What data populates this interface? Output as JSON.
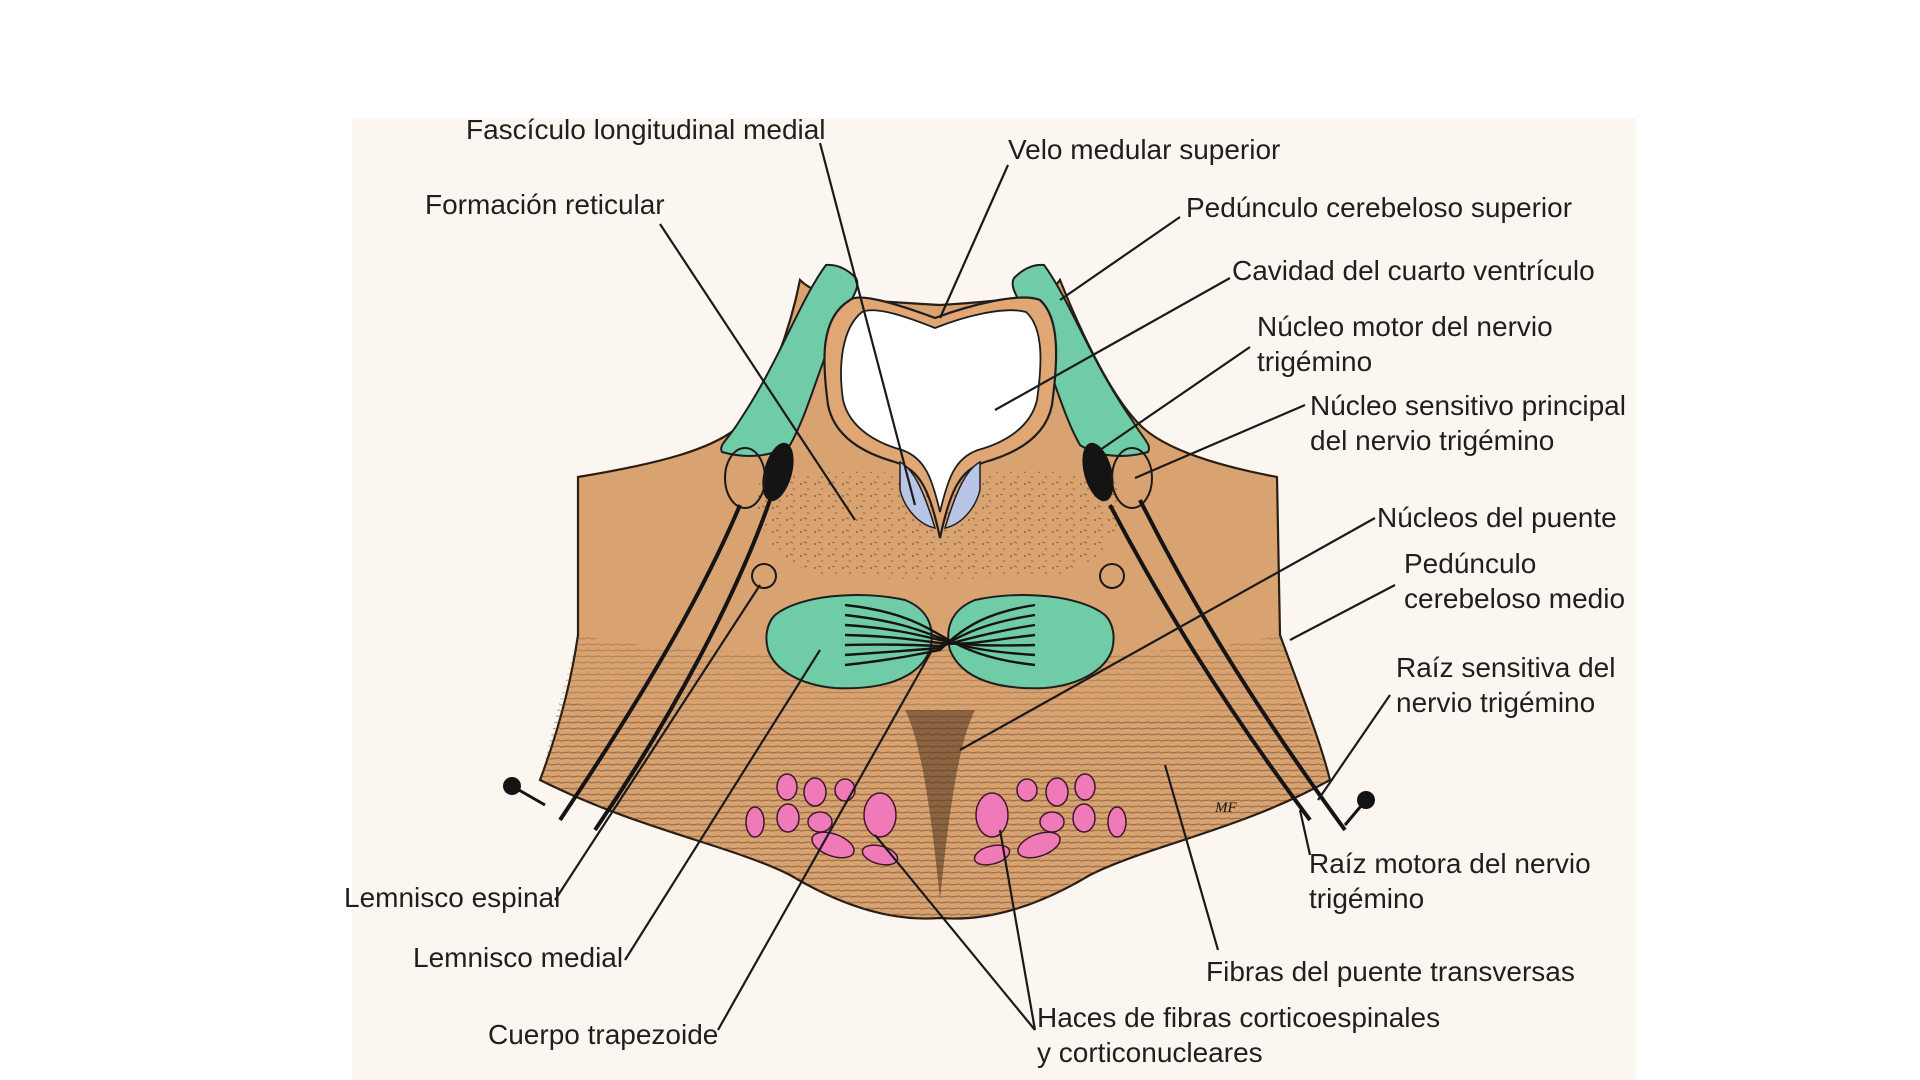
{
  "diagram": {
    "labels": {
      "fasciculo_longitudinal_medial": "Fascículo longitudinal medial",
      "velo_medular_superior": "Velo medular superior",
      "formacion_reticular": "Formación reticular",
      "pedunculo_cerebeloso_superior": "Pedúnculo cerebeloso superior",
      "cavidad_cuarto_ventriculo": "Cavidad del cuarto ventrículo",
      "nucleo_motor_trigemino": "Núcleo motor del nervio\ntrigémino",
      "nucleo_sensitivo_principal": "Núcleo sensitivo principal\ndel nervio trigémino",
      "nucleos_del_puente": "Núcleos del puente",
      "pedunculo_cerebeloso_medio": "Pedúnculo\ncerebeloso medio",
      "raiz_sensitiva_trigemino": "Raíz sensitiva del\nnervio trigémino",
      "raiz_motora_trigemino": "Raíz motora del nervio\ntrigémino",
      "fibras_puente_transversas": "Fibras del puente transversas",
      "haces_corticoespinales": "Haces de fibras corticoespinales\ny corticonucleares",
      "cuerpo_trapezoide": "Cuerpo trapezoide",
      "lemnisco_medial": "Lemnisco medial",
      "lemnisco_espinal": "Lemnisco espinal"
    },
    "signature": "MF",
    "colors": {
      "pons_tissue": "#d9a271",
      "pons_fibers": "#6b4a2c",
      "cerebellar_peduncle_green": "#6fcca6",
      "ventricle_wall": "#e0a673",
      "flm_blue": "#b9c5e6",
      "corticospinal_pink": "#f07ab8",
      "nerve_black": "#141414"
    }
  }
}
